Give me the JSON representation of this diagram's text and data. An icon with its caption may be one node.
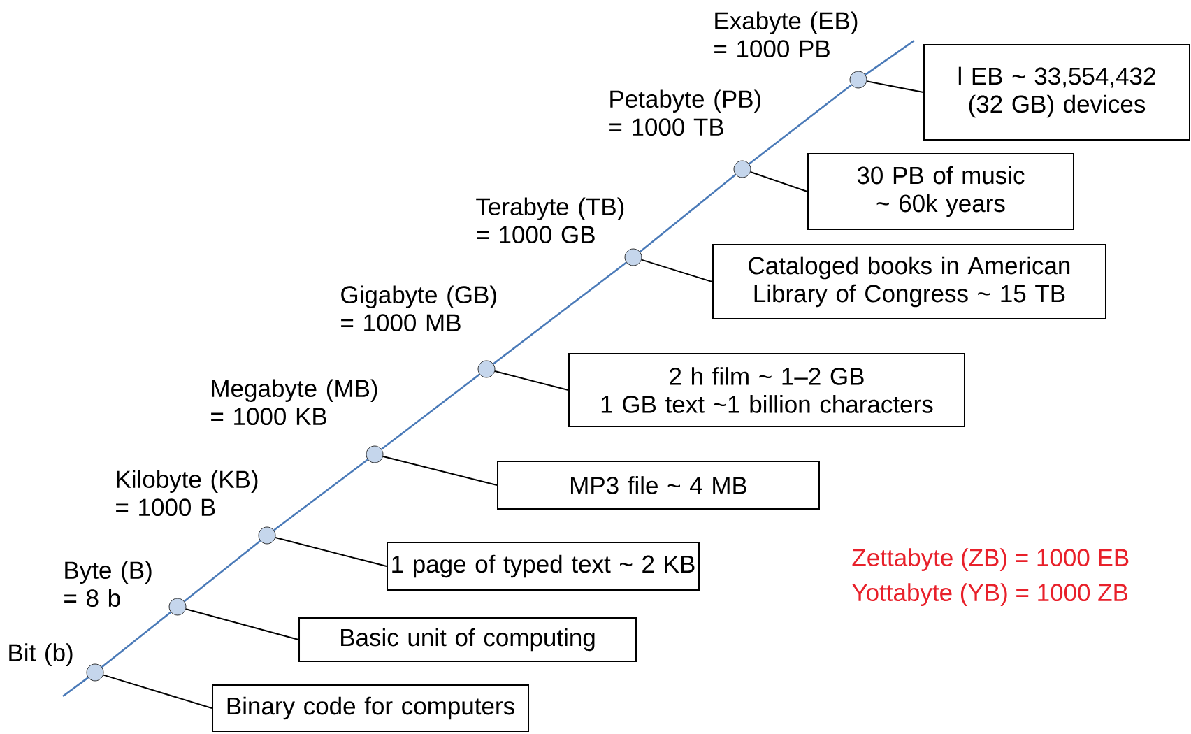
{
  "diagram": {
    "nodes": [
      {
        "text": [],
        "shape": "circle",
        "beside": [
          "Exabyte (EB) = 1000 PB"
        ]
      },
      {
        "text": [
          "l EB ~ 33,554,432 (32 GB) devices"
        ]
      },
      {
        "text": [],
        "shape": "circle",
        "beside": [
          "Petabyte (PB) = 1000 TB"
        ]
      },
      {
        "text": [
          "30 PB of music ~ 60k years"
        ]
      },
      {
        "text": [],
        "shape": "circle",
        "beside": [
          "Terabyte (TB) = 1000 GB"
        ]
      },
      {
        "text": [
          "Cataloged books in American Library of Congress ~ 15 TB"
        ]
      },
      {
        "text": [],
        "shape": "circle",
        "beside": [
          "Gigabyte (GB) = 1000 MB"
        ]
      },
      {
        "text": [
          "2 h film ~ 1–2 GB",
          "1 GB text ~1 billion characters"
        ]
      },
      {
        "text": [],
        "shape": "circle",
        "beside": [
          "Megabyte (MB) = 1000 KB"
        ]
      },
      {
        "text": [
          "MP3 file ~ 4 MB"
        ]
      },
      {
        "text": [],
        "shape": "circle",
        "beside": [
          "Kilobyte (KB) = 1000 B"
        ]
      },
      {
        "text": [
          "1 page of typed text ~ 2 KB"
        ]
      },
      {
        "text": [],
        "shape": "circle",
        "beside": [
          "Byte (B) = 8 b"
        ]
      },
      {
        "text": [
          "Basic unit of computing"
        ]
      },
      {
        "text": [],
        "shape": "circle",
        "beside": [
          "Bit (b)"
        ]
      },
      {
        "text": [
          "Binary code for computers"
        ]
      }
    ],
    "edges": [
      {
        "from": 0,
        "to": 1,
        "arrow": "none"
      },
      {
        "from": 2,
        "to": 3,
        "arrow": "none"
      },
      {
        "from": 4,
        "to": 5,
        "arrow": "none"
      },
      {
        "from": 6,
        "to": 7,
        "arrow": "none"
      },
      {
        "from": 8,
        "to": 9,
        "arrow": "none"
      },
      {
        "from": 10,
        "to": 11,
        "arrow": "none"
      },
      {
        "from": 12,
        "to": 13,
        "arrow": "none"
      },
      {
        "from": 14,
        "to": 15,
        "arrow": "none"
      },
      {
        "from": 14,
        "to": 12,
        "arrow": "none",
        "color": "#4a7ab8"
      },
      {
        "from": 12,
        "to": 10,
        "arrow": "none",
        "color": "#4a7ab8"
      },
      {
        "from": 10,
        "to": 8,
        "arrow": "none",
        "color": "#4a7ab8"
      },
      {
        "from": 8,
        "to": 6,
        "arrow": "none",
        "color": "#4a7ab8"
      },
      {
        "from": 6,
        "to": 4,
        "arrow": "none",
        "color": "#4a7ab8"
      },
      {
        "from": 4,
        "to": 2,
        "arrow": "none",
        "color": "#4a7ab8"
      },
      {
        "from": 2,
        "to": 0,
        "arrow": "none",
        "color": "#4a7ab8"
      }
    ],
    "labels": [
      "Zettabyte (ZB) = 1000 EB",
      "Yottabyte (YB)  = 1000 ZB"
    ]
  }
}
